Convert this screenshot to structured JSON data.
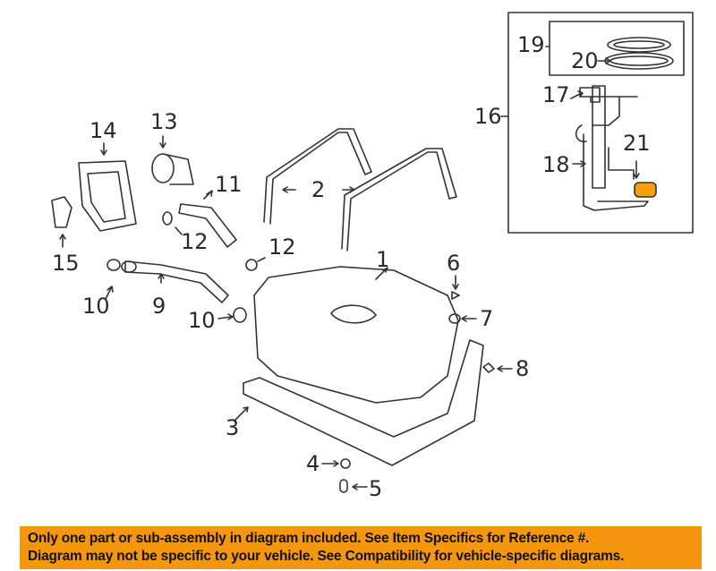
{
  "diagram": {
    "title": "Fuel tank and components exploded view",
    "callouts": [
      {
        "id": "1",
        "label": "1"
      },
      {
        "id": "2",
        "label": "2"
      },
      {
        "id": "3",
        "label": "3"
      },
      {
        "id": "4",
        "label": "4"
      },
      {
        "id": "5",
        "label": "5"
      },
      {
        "id": "6",
        "label": "6"
      },
      {
        "id": "7",
        "label": "7"
      },
      {
        "id": "8",
        "label": "8"
      },
      {
        "id": "9",
        "label": "9"
      },
      {
        "id": "10a",
        "label": "10"
      },
      {
        "id": "10b",
        "label": "10"
      },
      {
        "id": "11",
        "label": "11"
      },
      {
        "id": "12a",
        "label": "12"
      },
      {
        "id": "12b",
        "label": "12"
      },
      {
        "id": "13",
        "label": "13"
      },
      {
        "id": "14",
        "label": "14"
      },
      {
        "id": "15",
        "label": "15"
      },
      {
        "id": "16",
        "label": "16"
      },
      {
        "id": "17",
        "label": "17"
      },
      {
        "id": "18",
        "label": "18"
      },
      {
        "id": "19",
        "label": "19"
      },
      {
        "id": "20",
        "label": "20"
      },
      {
        "id": "21",
        "label": "21"
      }
    ],
    "highlight_part": "21",
    "highlight_color": "#f5a10f"
  },
  "banner": {
    "line1": "Only one part or sub-assembly in diagram included. See Item Specifics for Reference #.",
    "line2": "Diagram may not be specific to your vehicle. See Compatibility for vehicle-specific diagrams.",
    "background": "#f5960f"
  }
}
